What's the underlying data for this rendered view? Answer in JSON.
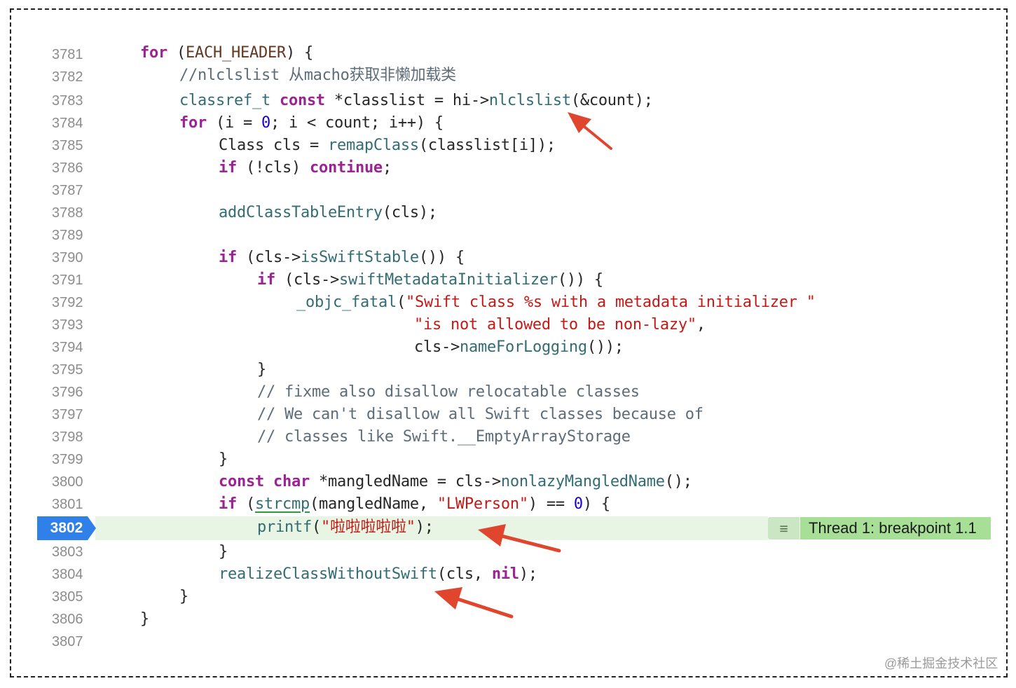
{
  "lines": [
    {
      "n": "3781"
    },
    {
      "n": "3782"
    },
    {
      "n": "3783"
    },
    {
      "n": "3784"
    },
    {
      "n": "3785"
    },
    {
      "n": "3786"
    },
    {
      "n": "3787"
    },
    {
      "n": "3788"
    },
    {
      "n": "3789"
    },
    {
      "n": "3790"
    },
    {
      "n": "3791"
    },
    {
      "n": "3792"
    },
    {
      "n": "3793"
    },
    {
      "n": "3794"
    },
    {
      "n": "3795"
    },
    {
      "n": "3796"
    },
    {
      "n": "3797"
    },
    {
      "n": "3798"
    },
    {
      "n": "3799"
    },
    {
      "n": "3800"
    },
    {
      "n": "3801"
    },
    {
      "n": "3802"
    },
    {
      "n": "3803"
    },
    {
      "n": "3804"
    },
    {
      "n": "3805"
    },
    {
      "n": "3806"
    },
    {
      "n": "3807"
    }
  ],
  "code": {
    "l3781": [
      "for",
      " (",
      "EACH_HEADER",
      ") {"
    ],
    "l3782": [
      "//nlclslist 从macho获取非懒加载类"
    ],
    "l3783": [
      "classref_t ",
      "const",
      " *classlist = hi->",
      "nlclslist",
      "(&count);"
    ],
    "l3784": [
      "for",
      " (i = ",
      "0",
      "; i < count; i++) {"
    ],
    "l3785": [
      "Class cls = ",
      "remapClass",
      "(classlist[i]);"
    ],
    "l3786": [
      "if",
      " (!cls) ",
      "continue",
      ";"
    ],
    "l3788": [
      "addClassTableEntry",
      "(cls);"
    ],
    "l3790": [
      "if",
      " (cls->",
      "isSwiftStable",
      "()) {"
    ],
    "l3791": [
      "if",
      " (cls->",
      "swiftMetadataInitializer",
      "()) {"
    ],
    "l3792": [
      "_objc_fatal",
      "(",
      "\"Swift class %s with a metadata initializer \""
    ],
    "l3793": [
      "\"is not allowed to be non-lazy\"",
      ","
    ],
    "l3794": [
      "cls->",
      "nameForLogging",
      "());"
    ],
    "l3795": [
      "}"
    ],
    "l3796": [
      "// fixme also disallow relocatable classes"
    ],
    "l3797": [
      "// We can't disallow all Swift classes because of"
    ],
    "l3798": [
      "// classes like Swift.__EmptyArrayStorage"
    ],
    "l3799": [
      "}"
    ],
    "l3800": [
      "const",
      " ",
      "char",
      " *mangledName = cls->",
      "nonlazyMangledName",
      "();"
    ],
    "l3801": [
      "if",
      " (",
      "strcmp",
      "(mangledName, ",
      "\"LWPerson\"",
      ") == ",
      "0",
      ") {"
    ],
    "l3802": [
      "printf",
      "(",
      "\"啦啦啦啦啦\"",
      ");"
    ],
    "l3803": [
      "}"
    ],
    "l3804": [
      "realizeClassWithoutSwift",
      "(cls, ",
      "nil",
      ");"
    ],
    "l3805": [
      "}"
    ],
    "l3806": [
      "}"
    ]
  },
  "breakpoint": {
    "line": "3802",
    "icon": "hamburger-icon",
    "glyph": "≡",
    "label": "Thread 1: breakpoint 1.1"
  },
  "watermark": "@稀土掘金技术社区",
  "colors": {
    "keyword": "#9b2393",
    "function": "#326d74",
    "string": "#c41a16",
    "number": "#1c00cf",
    "comment": "#5d6c79",
    "breakpoint": "#2f80e8",
    "highlight": "#e9f5e4",
    "arrow": "#e0452d"
  }
}
